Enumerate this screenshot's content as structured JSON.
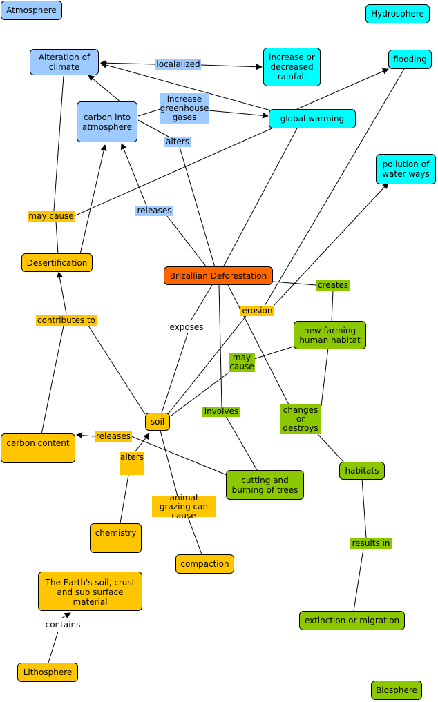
{
  "colors": {
    "atmosphere": "#9ecbff",
    "hydrosphere": "#00ffff",
    "lithosphere": "#ffc600",
    "biosphere": "#8cc800",
    "deforestation": "#ff6600",
    "link": "#000000"
  },
  "nodes": {
    "atmosphere": "Atmosphere",
    "hydrosphere": "Hydrosphere",
    "alteration_climate": "Alteration  of climate",
    "rainfall": "increase or decreased rainfall",
    "flooding": "flooding",
    "carbon_atmosphere": "carbon into atmosphere",
    "global_warming": "global warming",
    "pollution": "pollution of water ways",
    "desertification": "Desertification",
    "deforestation": "Brizallian Deforestation",
    "farming": "new farming human habitat",
    "soil": "soil",
    "carbon_content": "carbon content",
    "cutting": "cutting and burning of trees",
    "habitats": "habitats",
    "chemistry": "chemistry",
    "compaction": "compaction",
    "earth_soil": "The Earth's soil, crust and sub surface material",
    "extinction": "extinction or migration",
    "lithosphere": "Lithosphere",
    "biosphere": "Biosphere"
  },
  "labels": {
    "localalized": "localalized",
    "increase_greenhouse": "increase greenhouse gases",
    "alters_top": "alters",
    "releases_top": "releases",
    "may_cause_top": "may cause",
    "creates": "creates",
    "contributes_to": "contributes to",
    "exposes": "exposes",
    "erosion": "erosion",
    "may_cause_mid": "may cause",
    "involves": "involves",
    "changes_destroys": "changes or destroys",
    "releases_bottom": "releases",
    "alters_bottom": "alters",
    "animal_grazing": "animal grazing can cause",
    "results_in": "results in",
    "contains": "contains"
  }
}
